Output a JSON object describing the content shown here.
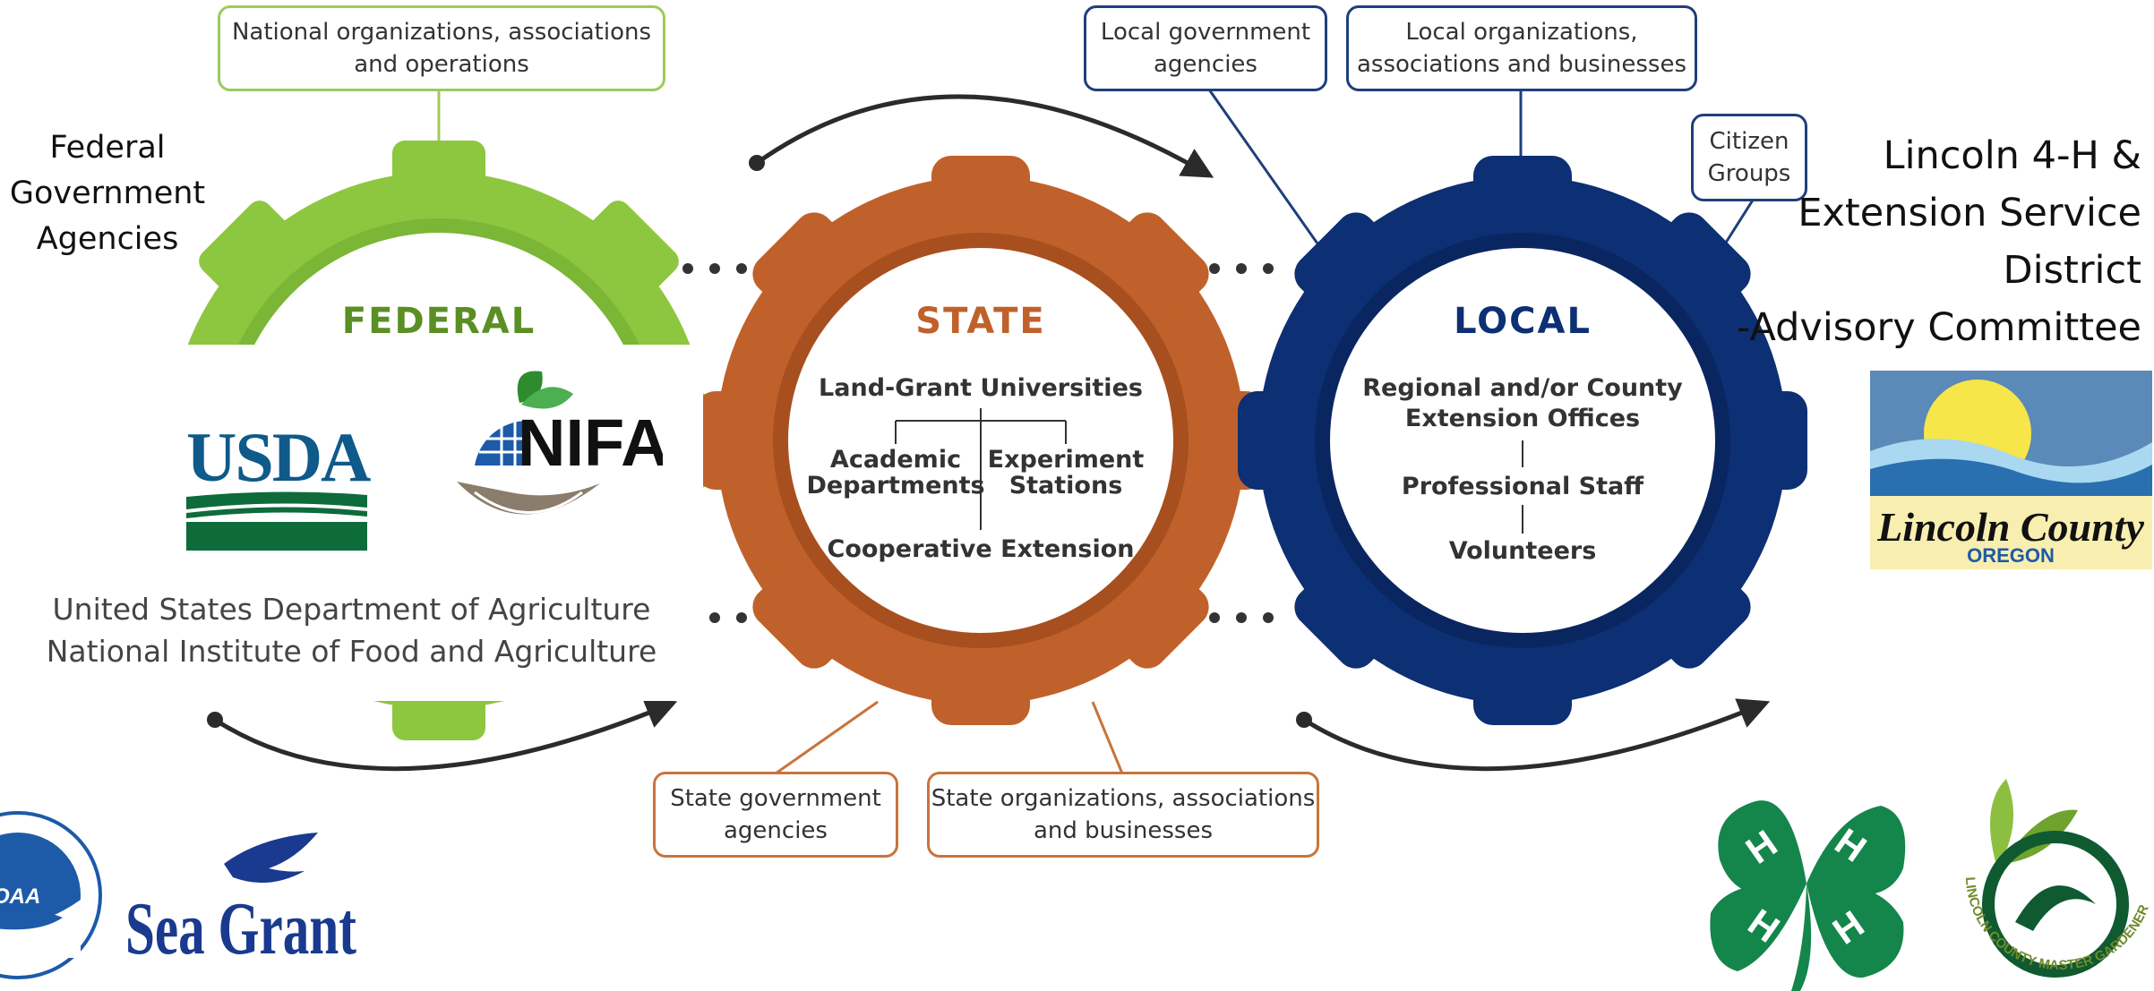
{
  "boxes": {
    "national": "National organizations, associations\nand operations",
    "local_gov": "Local government\nagencies",
    "local_org": "Local organizations,\nassociations and businesses",
    "citizen": "Citizen\nGroups",
    "state_gov": "State government\nagencies",
    "state_org": "State organizations, associations\nand businesses"
  },
  "labels": {
    "federal_agencies": "Federal\nGovernment\nAgencies",
    "lincoln_committee": "Lincoln 4-H &\nExtension Service\nDistrict\n-Advisory Committee"
  },
  "gears": {
    "federal": {
      "title": "FEDERAL",
      "color": "#8dc63f"
    },
    "state": {
      "title": "STATE",
      "color": "#c0612b",
      "line1": "Land-Grant Universities",
      "left1": "Academic",
      "left2": "Departments",
      "right1": "Experiment",
      "right2": "Stations",
      "bottom": "Cooperative Extension"
    },
    "local": {
      "title": "LOCAL",
      "color": "#0d2f74",
      "line1": "Regional and/or County",
      "line2": "Extension Offices",
      "line3": "Professional Staff",
      "line4": "Volunteers"
    }
  },
  "usda_panel": {
    "usda_logo": "USDA",
    "nifa_logo": "NIFA",
    "caption": "United States Department of Agriculture\nNational Institute of Food and Agriculture"
  },
  "logos": {
    "noaa": "NOAA",
    "sea_grant": "Sea Grant",
    "lincoln_county": "Lincoln County",
    "oregon": "OREGON",
    "four_h": "H",
    "gardener": "LINCOLN COUNTY MASTER GARDENER ASSOCIATION"
  }
}
